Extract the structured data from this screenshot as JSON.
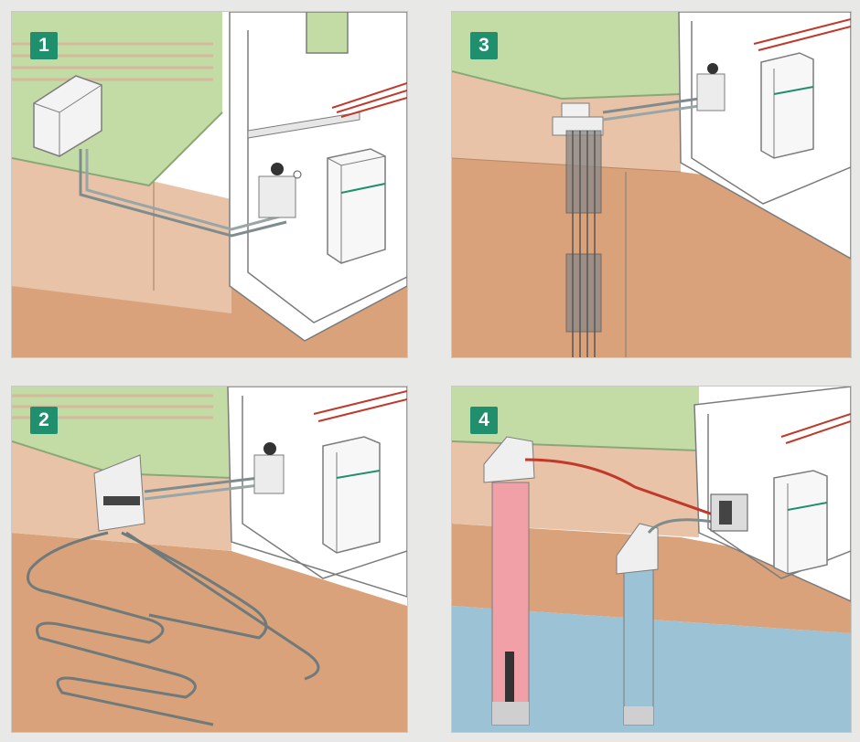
{
  "panels": [
    {
      "number": "1"
    },
    {
      "number": "3"
    },
    {
      "number": "2"
    },
    {
      "number": "4"
    }
  ],
  "colors": {
    "badge": "#1f8f6e",
    "grass": "#c3dca6",
    "soil_upper": "#e8c3a8",
    "soil_lower": "#d9a27a",
    "groundwater": "#9cc2d6",
    "pipe_hot": "#c0392b",
    "pipe_cold": "#7f8c8d"
  },
  "icons": [
    "heat-pump-unit-icon",
    "indoor-unit-icon",
    "manifold-icon",
    "well-pump-icon"
  ]
}
